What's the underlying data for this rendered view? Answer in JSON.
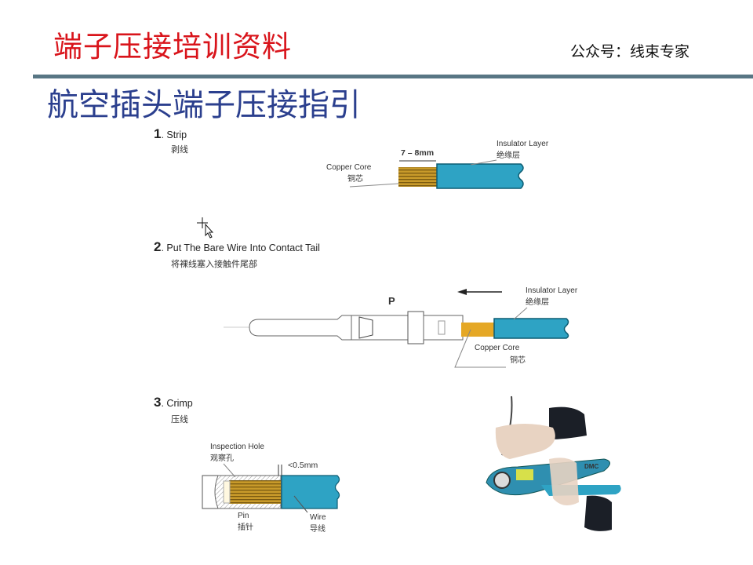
{
  "header": {
    "title": "端子压接培训资料",
    "account": "公众号：线束专家",
    "subtitle": "航空插头端子压接指引"
  },
  "colors": {
    "title": "#d9141b",
    "subtitle": "#2b3f8e",
    "divider": "#587684",
    "insulation": "#2ea3c4",
    "copper": "#c89a2a"
  },
  "steps": [
    {
      "num": "1",
      "title": "Strip",
      "cn": "剥线",
      "labels": {
        "length": "7 – 8mm",
        "core_en": "Copper Core",
        "core_cn": "铜芯",
        "insul_en": "Insulator Layer",
        "insul_cn": "绝缘层"
      }
    },
    {
      "num": "2",
      "title": "Put The Bare Wire Into Contact Tail",
      "cn": "将裸线塞入接触件尾部",
      "labels": {
        "p": "P",
        "core_en": "Copper Core",
        "core_cn": "铜芯",
        "insul_en": "Insulator Layer",
        "insul_cn": "绝缘层"
      }
    },
    {
      "num": "3",
      "title": "Crimp",
      "cn": "压线",
      "labels": {
        "hole_en": "Inspection Hole",
        "hole_cn": "观察孔",
        "gap": "<0.5mm",
        "pin_en": "Pin",
        "pin_cn": "插针",
        "wire_en": "Wire",
        "wire_cn": "导线"
      }
    }
  ],
  "photo": {
    "tool_brand": "DMC"
  },
  "icons": {
    "cursor": "move-cursor-icon"
  }
}
